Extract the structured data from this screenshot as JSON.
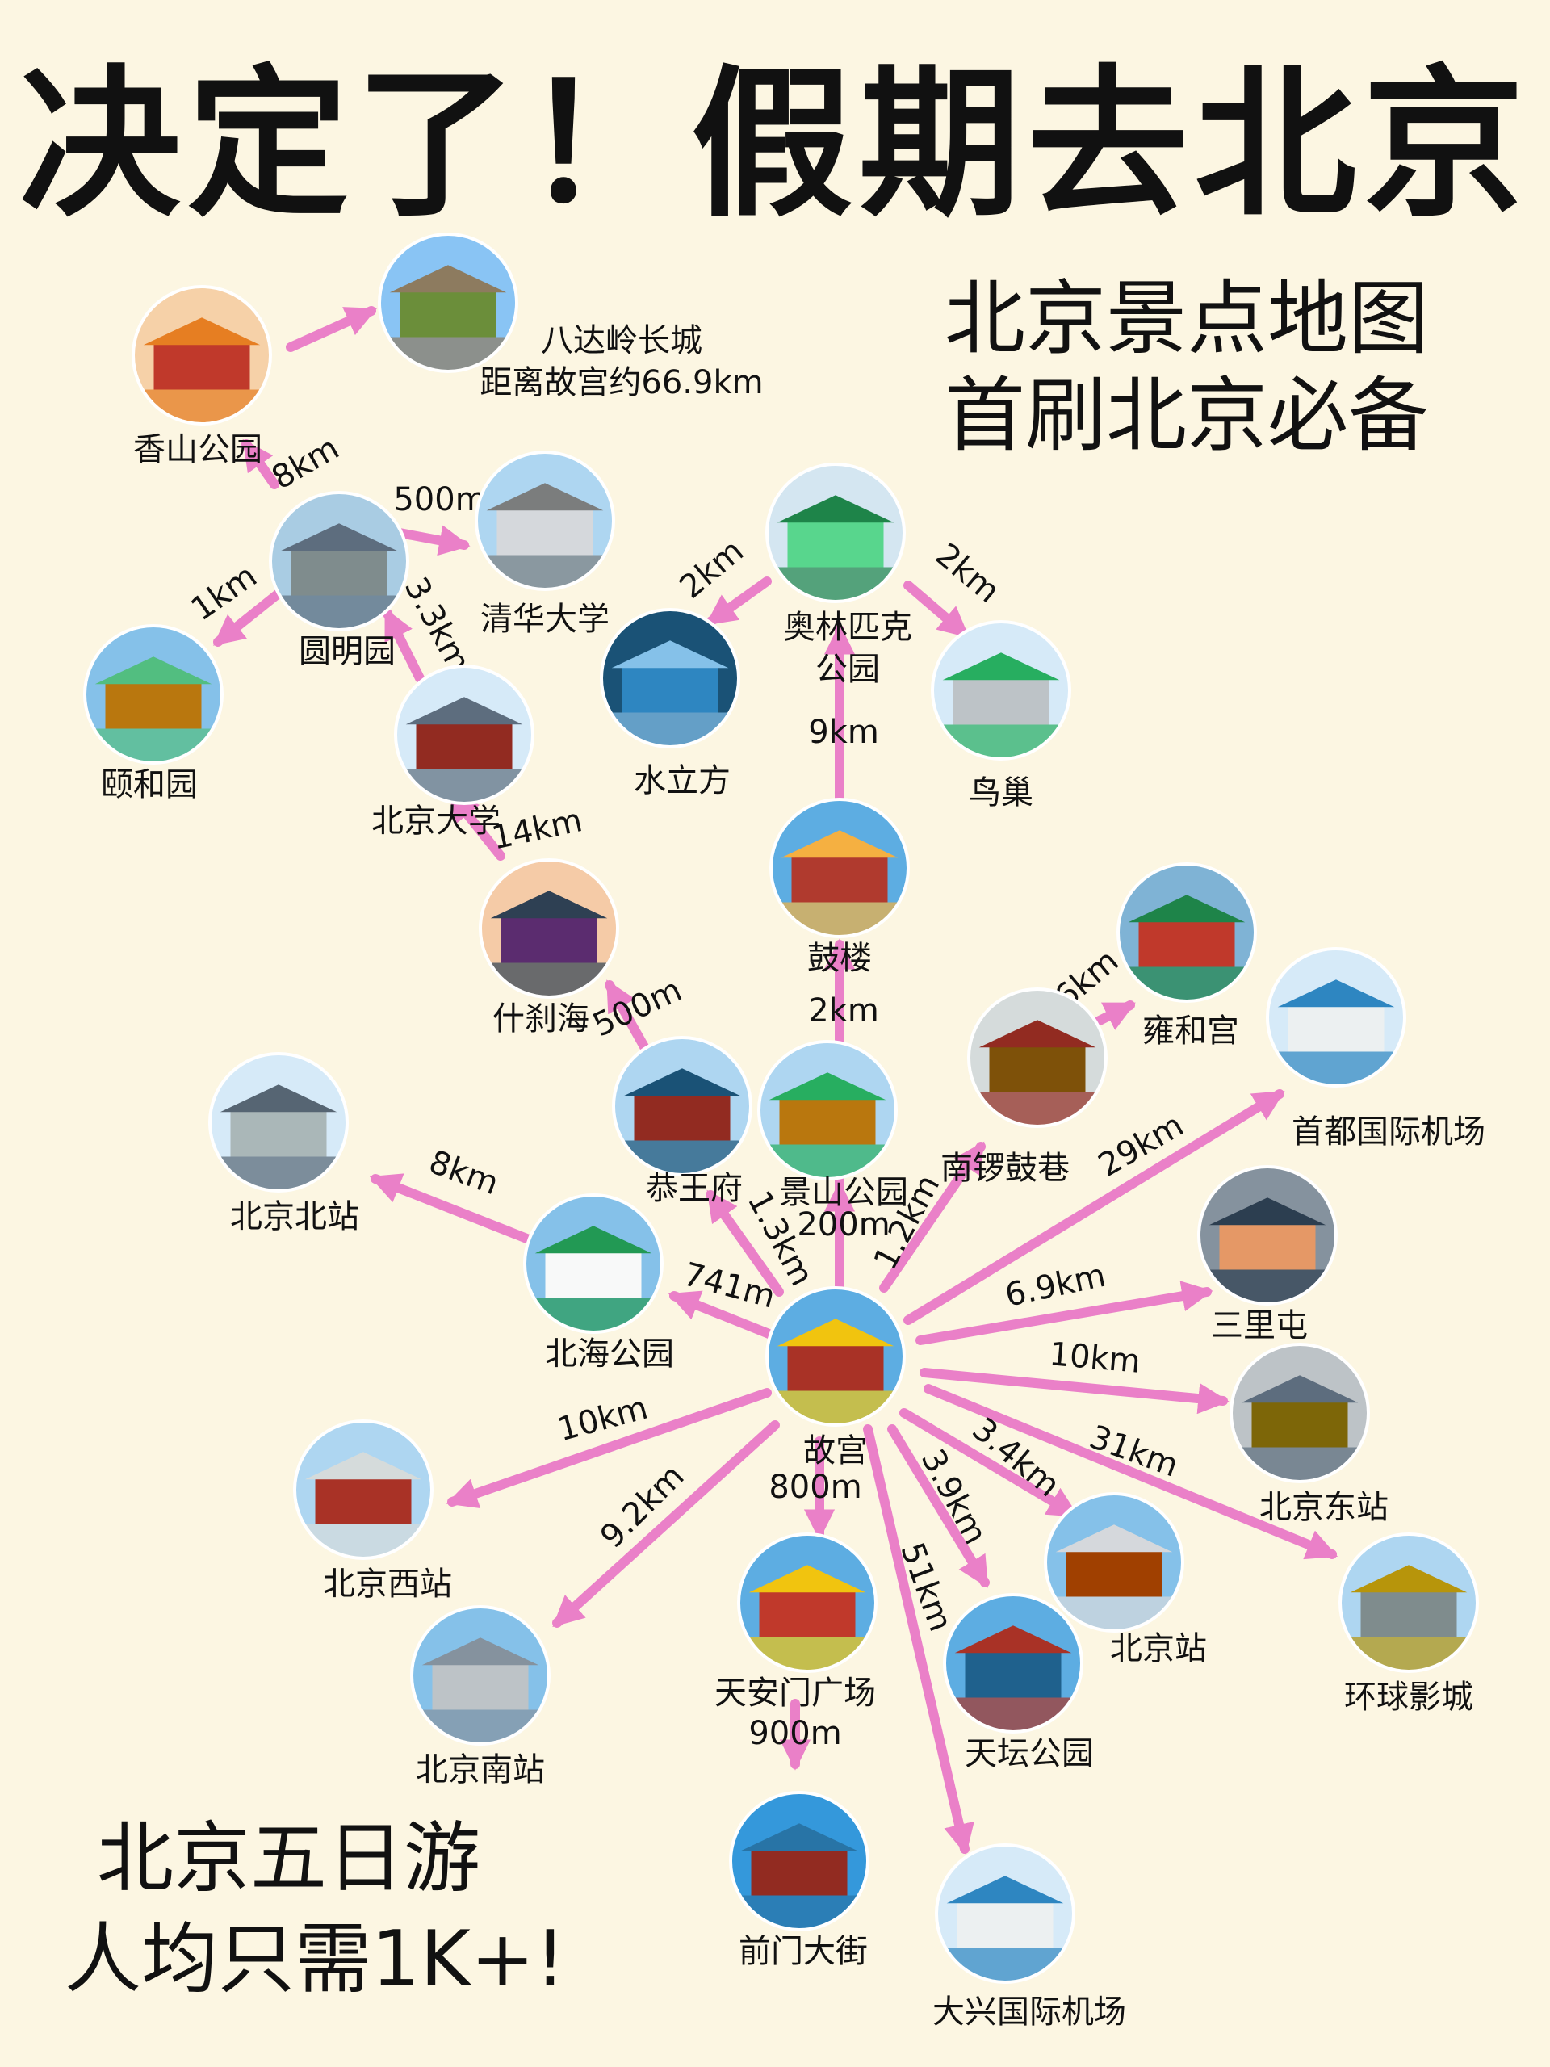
{
  "title": "决定了！假期去北京",
  "subtitle": {
    "line1": "北京景点地图",
    "line2": "首刷北京必备"
  },
  "tagline": {
    "line1": "北京五日游",
    "line2": "人均只需1K+!"
  },
  "colors": {
    "background": "#fcf6e2",
    "arrow": "#ea80c8",
    "text": "#111111"
  },
  "spots": [
    {
      "id": "xiangshan",
      "label": "香山公园",
      "label2": "",
      "theme": "autumn-pavilion"
    },
    {
      "id": "badaling",
      "label": "八达岭长城",
      "label2": "距离故宫约66.9km",
      "theme": "great-wall"
    },
    {
      "id": "yuanmingyuan",
      "label": "圆明园",
      "label2": "",
      "theme": "ruins"
    },
    {
      "id": "tsinghua",
      "label": "清华大学",
      "label2": "",
      "theme": "gate"
    },
    {
      "id": "yiheyuan",
      "label": "颐和园",
      "label2": "",
      "theme": "palace-lake"
    },
    {
      "id": "pku",
      "label": "北京大学",
      "label2": "",
      "theme": "red-gate"
    },
    {
      "id": "olympic",
      "label": "奥林匹克",
      "label2": "公园",
      "theme": "park-skyline"
    },
    {
      "id": "shuilifang",
      "label": "水立方",
      "label2": "",
      "theme": "water-cube"
    },
    {
      "id": "niaochao",
      "label": "鸟巢",
      "label2": "",
      "theme": "stadium"
    },
    {
      "id": "gulou",
      "label": "鼓楼",
      "label2": "",
      "theme": "drum-tower"
    },
    {
      "id": "shichahai",
      "label": "什刹海",
      "label2": "",
      "theme": "lake-sunset"
    },
    {
      "id": "yonghegong",
      "label": "雍和宫",
      "label2": "",
      "theme": "temple"
    },
    {
      "id": "capital_airport",
      "label": "首都国际机场",
      "label2": "",
      "theme": "airplane"
    },
    {
      "id": "nanluoguxiang",
      "label": "南锣鼓巷",
      "label2": "",
      "theme": "hutong"
    },
    {
      "id": "gongwangfu",
      "label": "恭王府",
      "label2": "",
      "theme": "mansion"
    },
    {
      "id": "jingshan",
      "label": "景山公园",
      "label2": "",
      "theme": "palace-view"
    },
    {
      "id": "beijing_north",
      "label": "北京北站",
      "label2": "",
      "theme": "station-modern"
    },
    {
      "id": "beihai",
      "label": "北海公园",
      "label2": "",
      "theme": "white-pagoda"
    },
    {
      "id": "gugong",
      "label": "故宫",
      "label2": "",
      "theme": "forbidden-city"
    },
    {
      "id": "sanlitun",
      "label": "三里屯",
      "label2": "",
      "theme": "city-street"
    },
    {
      "id": "beijing_east",
      "label": "北京东站",
      "label2": "",
      "theme": "train"
    },
    {
      "id": "beijing_west",
      "label": "北京西站",
      "label2": "",
      "theme": "station-west"
    },
    {
      "id": "beijing_south",
      "label": "北京南站",
      "label2": "",
      "theme": "station-south"
    },
    {
      "id": "tiananmen",
      "label": "天安门广场",
      "label2": "",
      "theme": "tiananmen"
    },
    {
      "id": "beijing_station",
      "label": "北京站",
      "label2": "",
      "theme": "station-classic"
    },
    {
      "id": "universal",
      "label": "环球影城",
      "label2": "",
      "theme": "globe"
    },
    {
      "id": "tiantan",
      "label": "天坛公园",
      "label2": "",
      "theme": "temple-of-heaven"
    },
    {
      "id": "qianmen",
      "label": "前门大街",
      "label2": "",
      "theme": "qianmen"
    },
    {
      "id": "daxing_airport",
      "label": "大兴国际机场",
      "label2": "",
      "theme": "airplane"
    }
  ],
  "routes": [
    {
      "from": "xiangshan",
      "to": "badaling",
      "distance": ""
    },
    {
      "from": "yuanmingyuan",
      "to": "xiangshan",
      "distance": "8km"
    },
    {
      "from": "yuanmingyuan",
      "to": "tsinghua",
      "distance": "500m"
    },
    {
      "from": "yuanmingyuan",
      "to": "yiheyuan",
      "distance": "1km"
    },
    {
      "from": "pku",
      "to": "yuanmingyuan",
      "distance": "3.3km"
    },
    {
      "from": "olympic",
      "to": "shuilifang",
      "distance": "2km"
    },
    {
      "from": "olympic",
      "to": "niaochao",
      "distance": "2km"
    },
    {
      "from": "gulou",
      "to": "olympic",
      "distance": "9km"
    },
    {
      "from": "shichahai",
      "to": "pku",
      "distance": "14km"
    },
    {
      "from": "gongwangfu",
      "to": "shichahai",
      "distance": "500m"
    },
    {
      "from": "jingshan",
      "to": "gulou",
      "distance": "2km"
    },
    {
      "from": "nanluoguxiang",
      "to": "yonghegong",
      "distance": "1.6km"
    },
    {
      "from": "beihai",
      "to": "beijing_north",
      "distance": "8km"
    },
    {
      "from": "gugong",
      "to": "beihai",
      "distance": "741m"
    },
    {
      "from": "gugong",
      "to": "gongwangfu",
      "distance": "1.3km"
    },
    {
      "from": "gugong",
      "to": "jingshan",
      "distance": "200m"
    },
    {
      "from": "gugong",
      "to": "nanluoguxiang",
      "distance": "1.2km"
    },
    {
      "from": "gugong",
      "to": "capital_airport",
      "distance": "29km"
    },
    {
      "from": "gugong",
      "to": "sanlitun",
      "distance": "6.9km"
    },
    {
      "from": "gugong",
      "to": "beijing_east",
      "distance": "10km"
    },
    {
      "from": "gugong",
      "to": "universal",
      "distance": "31km"
    },
    {
      "from": "gugong",
      "to": "beijing_station",
      "distance": "3.4km"
    },
    {
      "from": "gugong",
      "to": "tiantan",
      "distance": "3.9km"
    },
    {
      "from": "gugong",
      "to": "daxing_airport",
      "distance": "51km"
    },
    {
      "from": "gugong",
      "to": "tiananmen",
      "distance": "800m"
    },
    {
      "from": "gugong",
      "to": "beijing_south",
      "distance": "9.2km"
    },
    {
      "from": "gugong",
      "to": "beijing_west",
      "distance": "10km"
    },
    {
      "from": "tiananmen",
      "to": "qianmen",
      "distance": "900m"
    }
  ]
}
